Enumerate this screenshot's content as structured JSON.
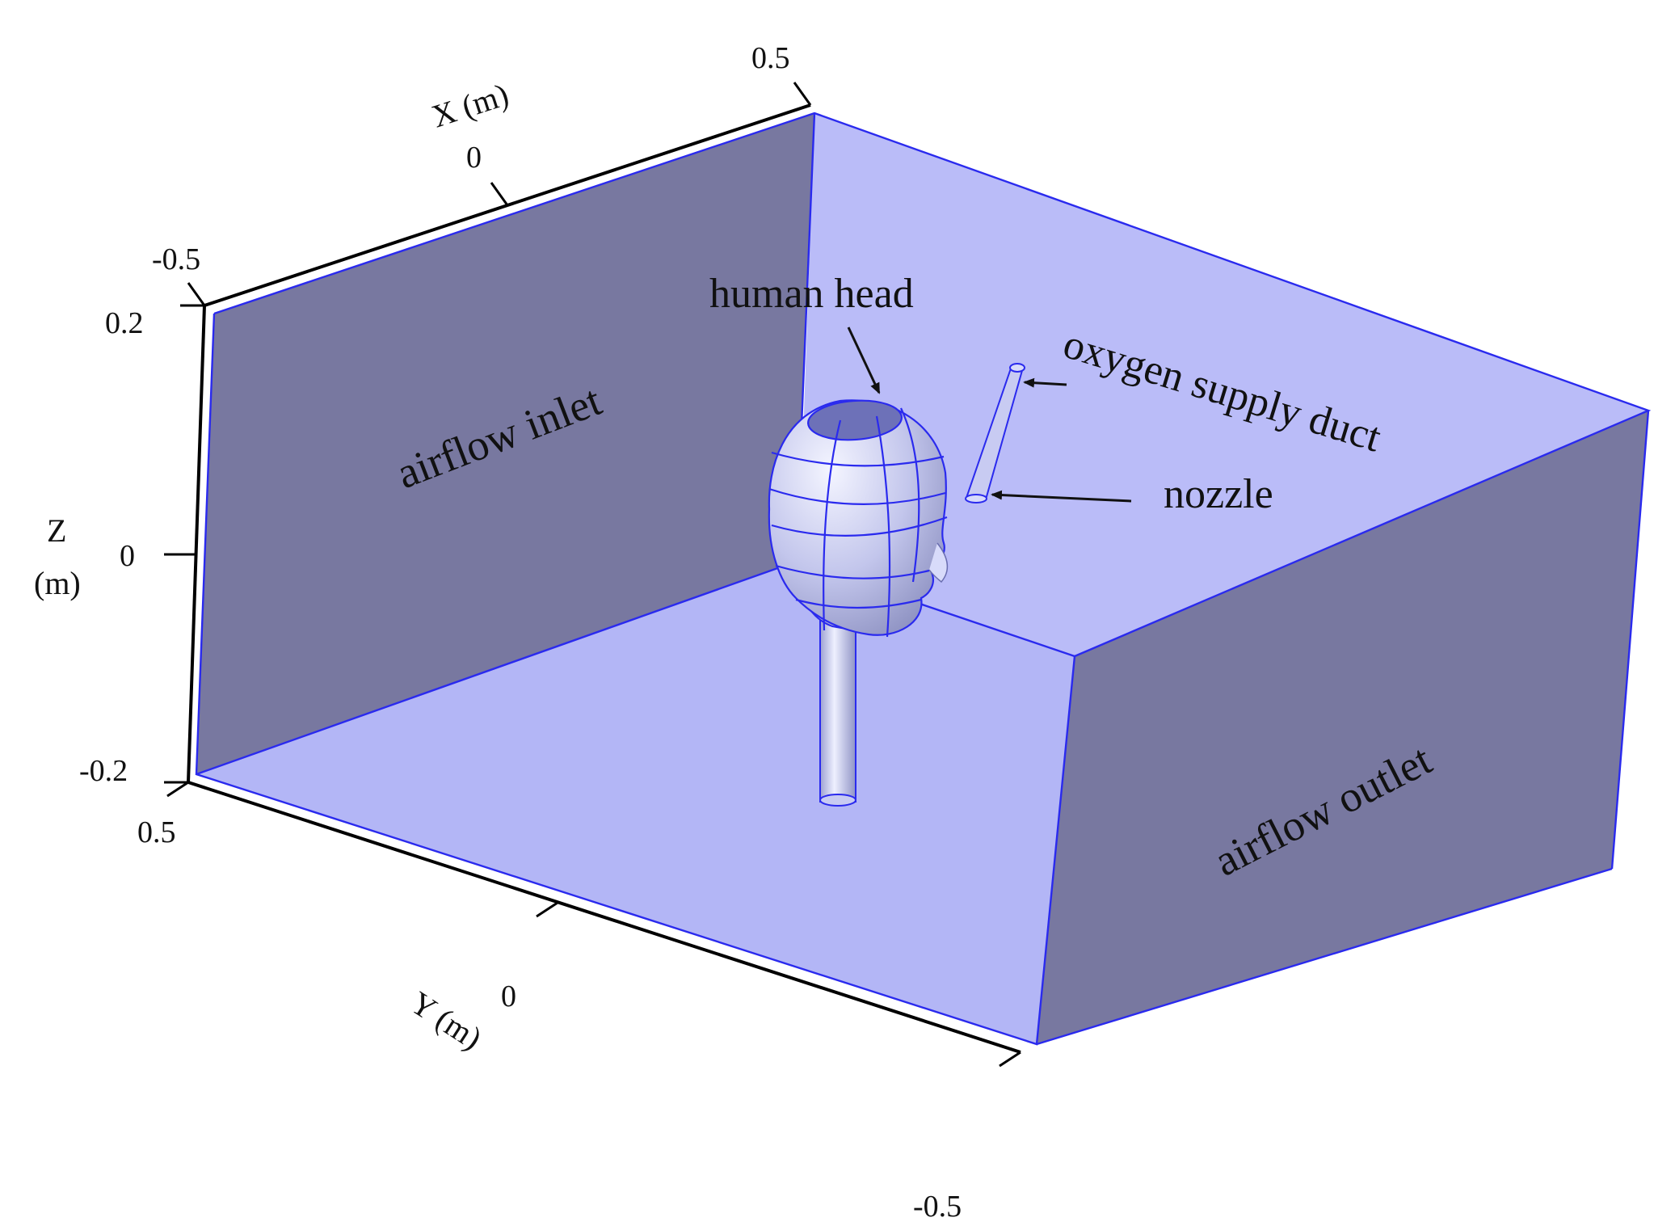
{
  "figure": {
    "axes": {
      "x": {
        "title": "X (m)",
        "ticks": [
          "-0.5",
          "0",
          "0.5"
        ]
      },
      "y": {
        "title": "Y (m)",
        "ticks": [
          "0.5",
          "0",
          "-0.5"
        ]
      },
      "z": {
        "title_line1": "Z",
        "title_line2": "(m)",
        "ticks": [
          "0.2",
          "0",
          "-0.2"
        ]
      }
    },
    "regions": {
      "inlet": "airflow inlet",
      "outlet": "airflow outlet"
    },
    "callouts": {
      "head": "human head",
      "duct": "oxygen supply duct",
      "nozzle": "nozzle"
    },
    "colors": {
      "wall_dark": "#7878a0",
      "wall_light": "#babcf8",
      "floor": "#b3b6f6",
      "edge": "#2a2aee",
      "head_fill": "#c6c9ec",
      "axis": "#000000"
    }
  }
}
